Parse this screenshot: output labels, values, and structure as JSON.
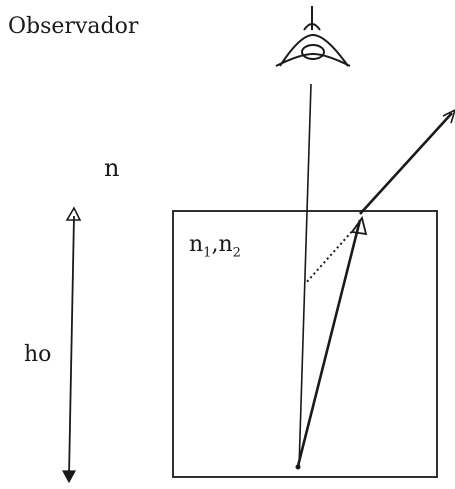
{
  "labels": {
    "observer": "Observador",
    "outer_index": "n",
    "inner_index_n1": "n",
    "inner_index_n1_sub": "1",
    "inner_index_sep": ",",
    "inner_index_n2": "n",
    "inner_index_n2_sub": "2",
    "height": "ho"
  },
  "colors": {
    "ink": "#1a1a1a",
    "background": "#ffffff"
  }
}
